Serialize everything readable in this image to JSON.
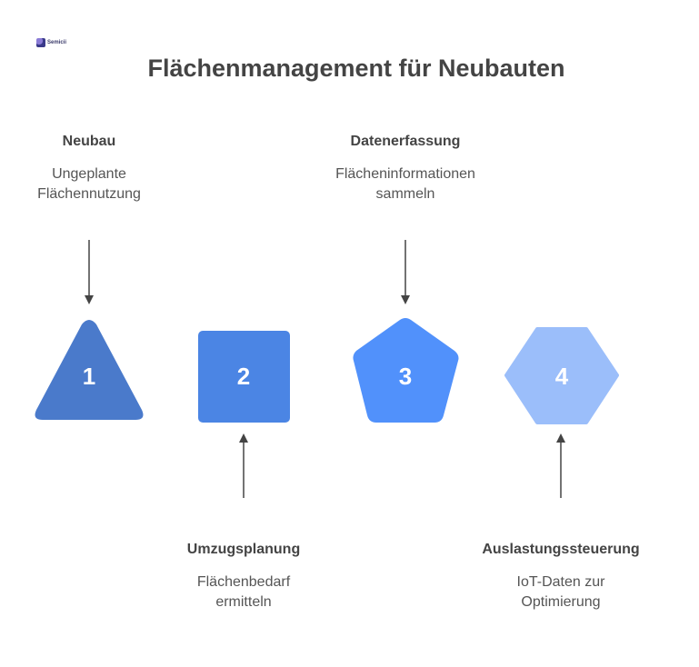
{
  "logo": {
    "text": "Semicii",
    "icon": "brand-logo"
  },
  "title": "Flächenmanagement für Neubauten",
  "colors": {
    "shape1": "#4a7acb",
    "shape2": "#4b85e4",
    "shape3": "#5191fb",
    "shape4": "#9bbefa",
    "arrow": "#444444",
    "text": "#444444"
  },
  "steps": [
    {
      "number": "1",
      "shape": "triangle",
      "title": "Neubau",
      "description": "Ungeplante\nFlächennutzung"
    },
    {
      "number": "2",
      "shape": "square",
      "title": "Umzugsplanung",
      "description": "Flächenbedarf\nermitteln"
    },
    {
      "number": "3",
      "shape": "pentagon",
      "title": "Datenerfassung",
      "description": "Flächeninformationen\nsammeln"
    },
    {
      "number": "4",
      "shape": "hexagon",
      "title": "Auslastungssteuerung",
      "description": "IoT-Daten zur\nOptimierung"
    }
  ]
}
